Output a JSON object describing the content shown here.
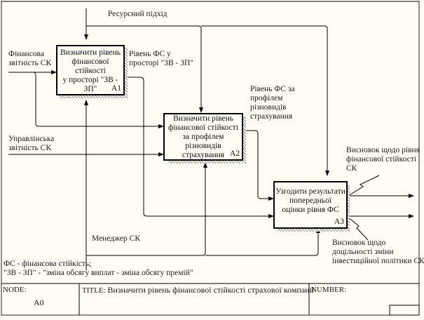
{
  "diagram": {
    "control": "Ресурсний підхід",
    "mechanism": "Менеджер СК",
    "inputs": [
      {
        "text_lines": [
          "Фінансова",
          "звітність СК"
        ]
      },
      {
        "text_lines": [
          "Управлінська",
          "звітність СК"
        ]
      }
    ],
    "activities": [
      {
        "id": "A1",
        "lines": [
          "Визначити рівень",
          "фінансової стійкості",
          "у просторі \"ЗВ - ЗП\""
        ]
      },
      {
        "id": "A2",
        "lines": [
          "Визначити рівень",
          "фінансової стійкості",
          "за профілем різновидів",
          "страхування"
        ]
      },
      {
        "id": "A3",
        "lines": [
          "Узгодити результати",
          "попередньої",
          "оцінки рівня ФС"
        ]
      }
    ],
    "flows": {
      "a1_out": [
        "Рівень ФС у",
        "просторі \"ЗВ - ЗП\""
      ],
      "a2_out": [
        "Рівень ФС за",
        "профілем",
        "різновидів",
        "страхування"
      ]
    },
    "outputs": [
      {
        "text_lines": [
          "Висновок щодо рівня",
          "фінансової стійкості",
          "СК"
        ]
      },
      {
        "text_lines": [
          "Висновок щодо",
          "доцільності зміни",
          "інвестиційної політики СК"
        ]
      }
    ],
    "notes": [
      "ФС - фінансова стійкість;",
      "\"ЗВ - ЗП\" - \"зміна обсягу виплат - зміна обсягу премій\""
    ]
  },
  "frame": {
    "node_label": "NODE:",
    "node_value": "A0",
    "title_label": "TITLE:",
    "title_value": "Визначити рівень фінансової стійкості страхової компанії",
    "number_label": "NUMBER:"
  }
}
